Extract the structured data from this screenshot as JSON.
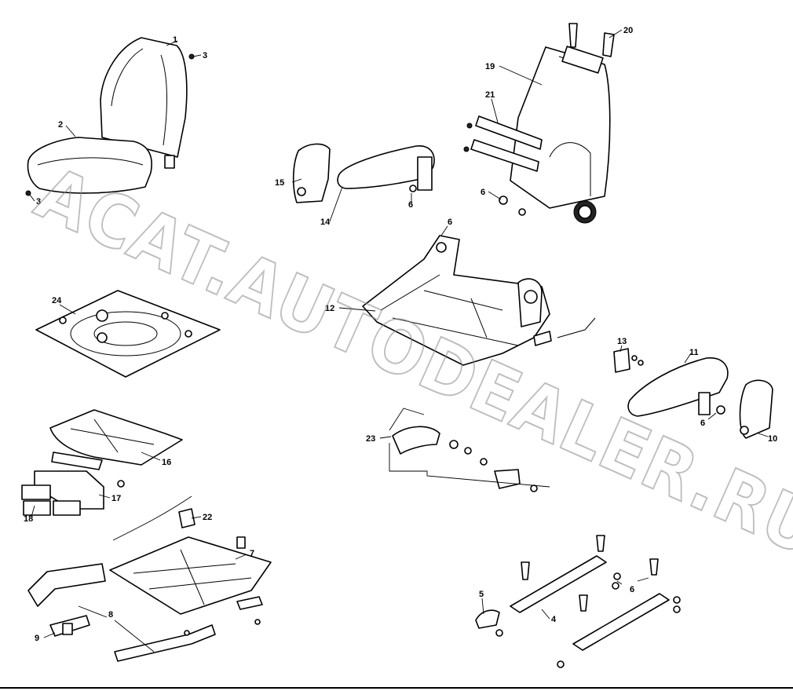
{
  "watermark": "ACAT.AUTODEALER.RU",
  "callouts": [
    {
      "id": "c1",
      "text": "1"
    },
    {
      "id": "c2",
      "text": "2"
    },
    {
      "id": "c3a",
      "text": "3"
    },
    {
      "id": "c3b",
      "text": "3"
    },
    {
      "id": "c4",
      "text": "4"
    },
    {
      "id": "c5",
      "text": "5"
    },
    {
      "id": "c6a",
      "text": "6"
    },
    {
      "id": "c6b",
      "text": "6"
    },
    {
      "id": "c6c",
      "text": "6"
    },
    {
      "id": "c6d",
      "text": "6"
    },
    {
      "id": "c6e",
      "text": "6"
    },
    {
      "id": "c7",
      "text": "7"
    },
    {
      "id": "c8",
      "text": "8"
    },
    {
      "id": "c9",
      "text": "9"
    },
    {
      "id": "c10",
      "text": "10"
    },
    {
      "id": "c11",
      "text": "11"
    },
    {
      "id": "c12",
      "text": "12"
    },
    {
      "id": "c13",
      "text": "13"
    },
    {
      "id": "c14",
      "text": "14"
    },
    {
      "id": "c15",
      "text": "15"
    },
    {
      "id": "c16",
      "text": "16"
    },
    {
      "id": "c17",
      "text": "17"
    },
    {
      "id": "c18",
      "text": "18"
    },
    {
      "id": "c19",
      "text": "19"
    },
    {
      "id": "c20",
      "text": "20"
    },
    {
      "id": "c21",
      "text": "21"
    },
    {
      "id": "c22",
      "text": "22"
    },
    {
      "id": "c23",
      "text": "23"
    },
    {
      "id": "c24",
      "text": "24"
    }
  ]
}
